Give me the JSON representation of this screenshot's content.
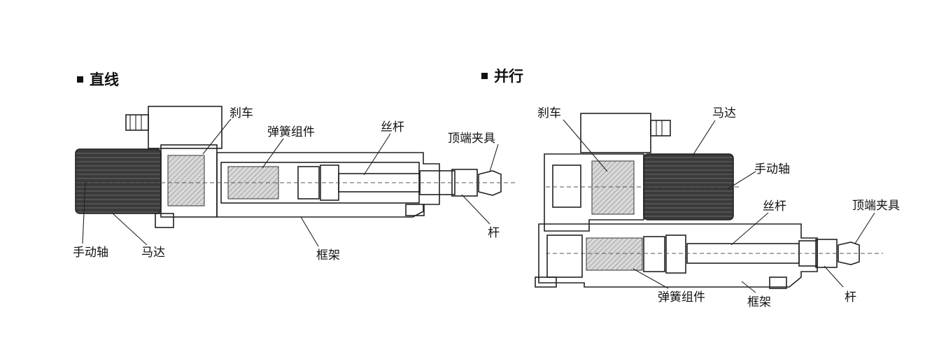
{
  "inline": {
    "title": "直线",
    "labels": {
      "brake": "刹车",
      "spring": "弹簧组件",
      "screw": "丝杆",
      "clamp": "顶端夹具",
      "rod": "杆",
      "frame": "框架",
      "shaft": "手动轴",
      "motor": "马达"
    }
  },
  "parallel": {
    "title": "并行",
    "labels": {
      "brake": "刹车",
      "motor": "马达",
      "shaft": "手动轴",
      "screw": "丝杆",
      "clamp": "顶端夹具",
      "spring": "弹簧组件",
      "frame": "框架",
      "rod": "杆"
    }
  },
  "colors": {
    "outline": "#222222",
    "motor_dark": "#2b2b2b",
    "body_gray": "#c9c9c9",
    "light_gray": "#e4e4e4"
  }
}
